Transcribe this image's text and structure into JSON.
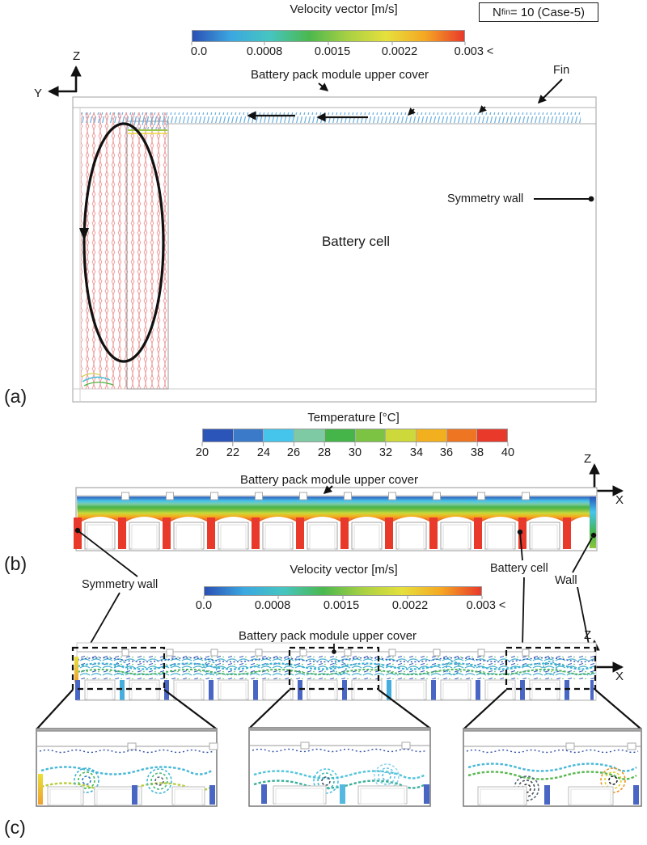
{
  "figure": {
    "panel_a": {
      "label": "(a)",
      "case_box": {
        "prefix": "N",
        "subscript": "fin",
        "suffix": " = 10 (Case-5)"
      },
      "colorbar": {
        "title": "Velocity vector [m/s]",
        "ticks": [
          "0.0",
          "0.0008",
          "0.0015",
          "0.0022",
          "0.003 <"
        ]
      },
      "axes": {
        "vertical": "Z",
        "horizontal": "Y"
      },
      "annotations": {
        "upper_cover": "Battery pack module upper cover",
        "fin": "Fin",
        "symmetry_wall": "Symmetry wall",
        "battery_cell": "Battery cell"
      }
    },
    "panel_b": {
      "label": "(b)",
      "colorbar": {
        "title": "Temperature [°C]",
        "ticks": [
          "20",
          "22",
          "24",
          "26",
          "28",
          "30",
          "32",
          "34",
          "36",
          "38",
          "40"
        ]
      },
      "axes": {
        "vertical": "Z",
        "horizontal": "X"
      },
      "annotations": {
        "upper_cover": "Battery pack module upper cover",
        "symmetry_wall": "Symmetry wall",
        "battery_cell": "Battery cell",
        "wall": "Wall"
      }
    },
    "panel_c": {
      "label": "(c)",
      "colorbar": {
        "title": "Velocity vector [m/s]",
        "ticks": [
          "0.0",
          "0.0008",
          "0.0015",
          "0.0022",
          "0.003 <"
        ]
      },
      "axes": {
        "vertical": "Z",
        "horizontal": "X"
      },
      "annotations": {
        "upper_cover": "Battery pack module upper cover"
      }
    }
  },
  "colors": {
    "velocity_gradient": [
      "#2b50b4",
      "#3ba8e0",
      "#46c5c0",
      "#4bb84e",
      "#a8d043",
      "#e6e03c",
      "#f5a623",
      "#e8392b"
    ],
    "temperature_segments": [
      "#2b55b8",
      "#3a7ac8",
      "#46c5ec",
      "#7ecaa4",
      "#46b549",
      "#7cc243",
      "#cdd93a",
      "#f2b01e",
      "#ee7623",
      "#e8392b"
    ],
    "hot_cell": "#e8392b",
    "vector_field_red": "#eda0a0",
    "vector_field_blue": "#68aede",
    "annotation_black": "#111111",
    "frame_gray": "#b0b0b0"
  }
}
